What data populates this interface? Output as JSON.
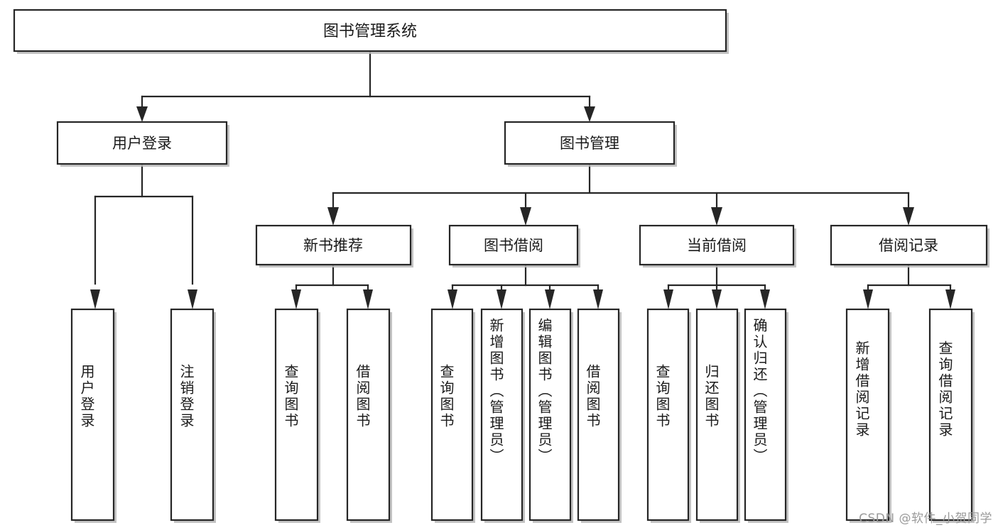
{
  "diagram": {
    "type": "tree",
    "title_node": "图书管理系统",
    "orientation": "top-down",
    "colors": {
      "box_fill": "#ffffff",
      "box_stroke": "#262626",
      "shadow": "#b9b9b9",
      "text": "#1a1a1a",
      "watermark": "#9a9a9a"
    },
    "nodes": {
      "root": {
        "label": "图书管理系统"
      },
      "level2": [
        {
          "id": "user-login",
          "label": "用户登录"
        },
        {
          "id": "book-manage",
          "label": "图书管理"
        }
      ],
      "level3": [
        {
          "id": "new-book-rec",
          "label": "新书推荐"
        },
        {
          "id": "book-borrow",
          "label": "图书借阅"
        },
        {
          "id": "current-borrow",
          "label": "当前借阅"
        },
        {
          "id": "borrow-record",
          "label": "借阅记录"
        }
      ],
      "leaves": {
        "user-login": [
          {
            "id": "leaf-user-login",
            "label": "用户登录"
          },
          {
            "id": "leaf-user-logout",
            "label": "注销登录"
          }
        ],
        "new-book-rec": [
          {
            "id": "leaf-query-book-1",
            "label": "查询图书"
          },
          {
            "id": "leaf-borrow-book-1",
            "label": "借阅图书"
          }
        ],
        "book-borrow": [
          {
            "id": "leaf-query-book-2",
            "label": "查询图书"
          },
          {
            "id": "leaf-add-book",
            "label": "新增图书（管理员）"
          },
          {
            "id": "leaf-edit-book",
            "label": "编辑图书（管理员）"
          },
          {
            "id": "leaf-borrow-book-2",
            "label": "借阅图书"
          }
        ],
        "current-borrow": [
          {
            "id": "leaf-query-book-3",
            "label": "查询图书"
          },
          {
            "id": "leaf-return-book",
            "label": "归还图书"
          },
          {
            "id": "leaf-confirm-return",
            "label": "确认归还（管理员）"
          }
        ],
        "borrow-record": [
          {
            "id": "leaf-add-record",
            "label": "新增借阅记录"
          },
          {
            "id": "leaf-query-record",
            "label": "查询借阅记录"
          }
        ]
      }
    }
  },
  "watermark": {
    "text": "CSDN @软件_小贺同学"
  }
}
